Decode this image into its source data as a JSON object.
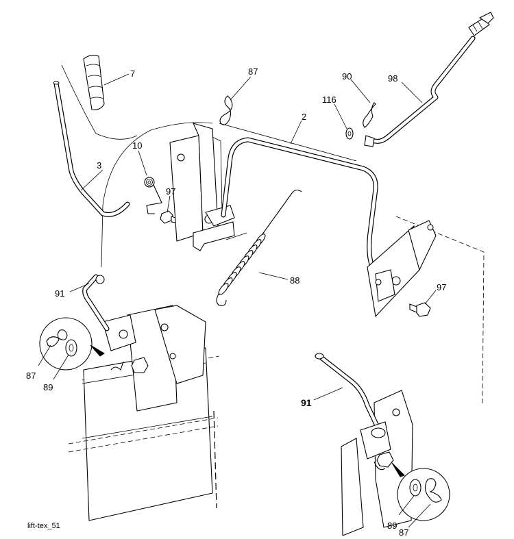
{
  "caption": "lift-tex_51",
  "callouts": [
    {
      "id": "c7",
      "text": "7"
    },
    {
      "id": "c87a",
      "text": "87"
    },
    {
      "id": "c90",
      "text": "90"
    },
    {
      "id": "c98",
      "text": "98"
    },
    {
      "id": "c116",
      "text": "116"
    },
    {
      "id": "c2",
      "text": "2"
    },
    {
      "id": "c10",
      "text": "10"
    },
    {
      "id": "c3",
      "text": "3"
    },
    {
      "id": "c97a",
      "text": "97"
    },
    {
      "id": "c88",
      "text": "88"
    },
    {
      "id": "c97b",
      "text": "97"
    },
    {
      "id": "c91a",
      "text": "91"
    },
    {
      "id": "c87b",
      "text": "87"
    },
    {
      "id": "c89a",
      "text": "89"
    },
    {
      "id": "c91b",
      "text": "91"
    },
    {
      "id": "c89b",
      "text": "89"
    },
    {
      "id": "c87c",
      "text": "87"
    }
  ]
}
